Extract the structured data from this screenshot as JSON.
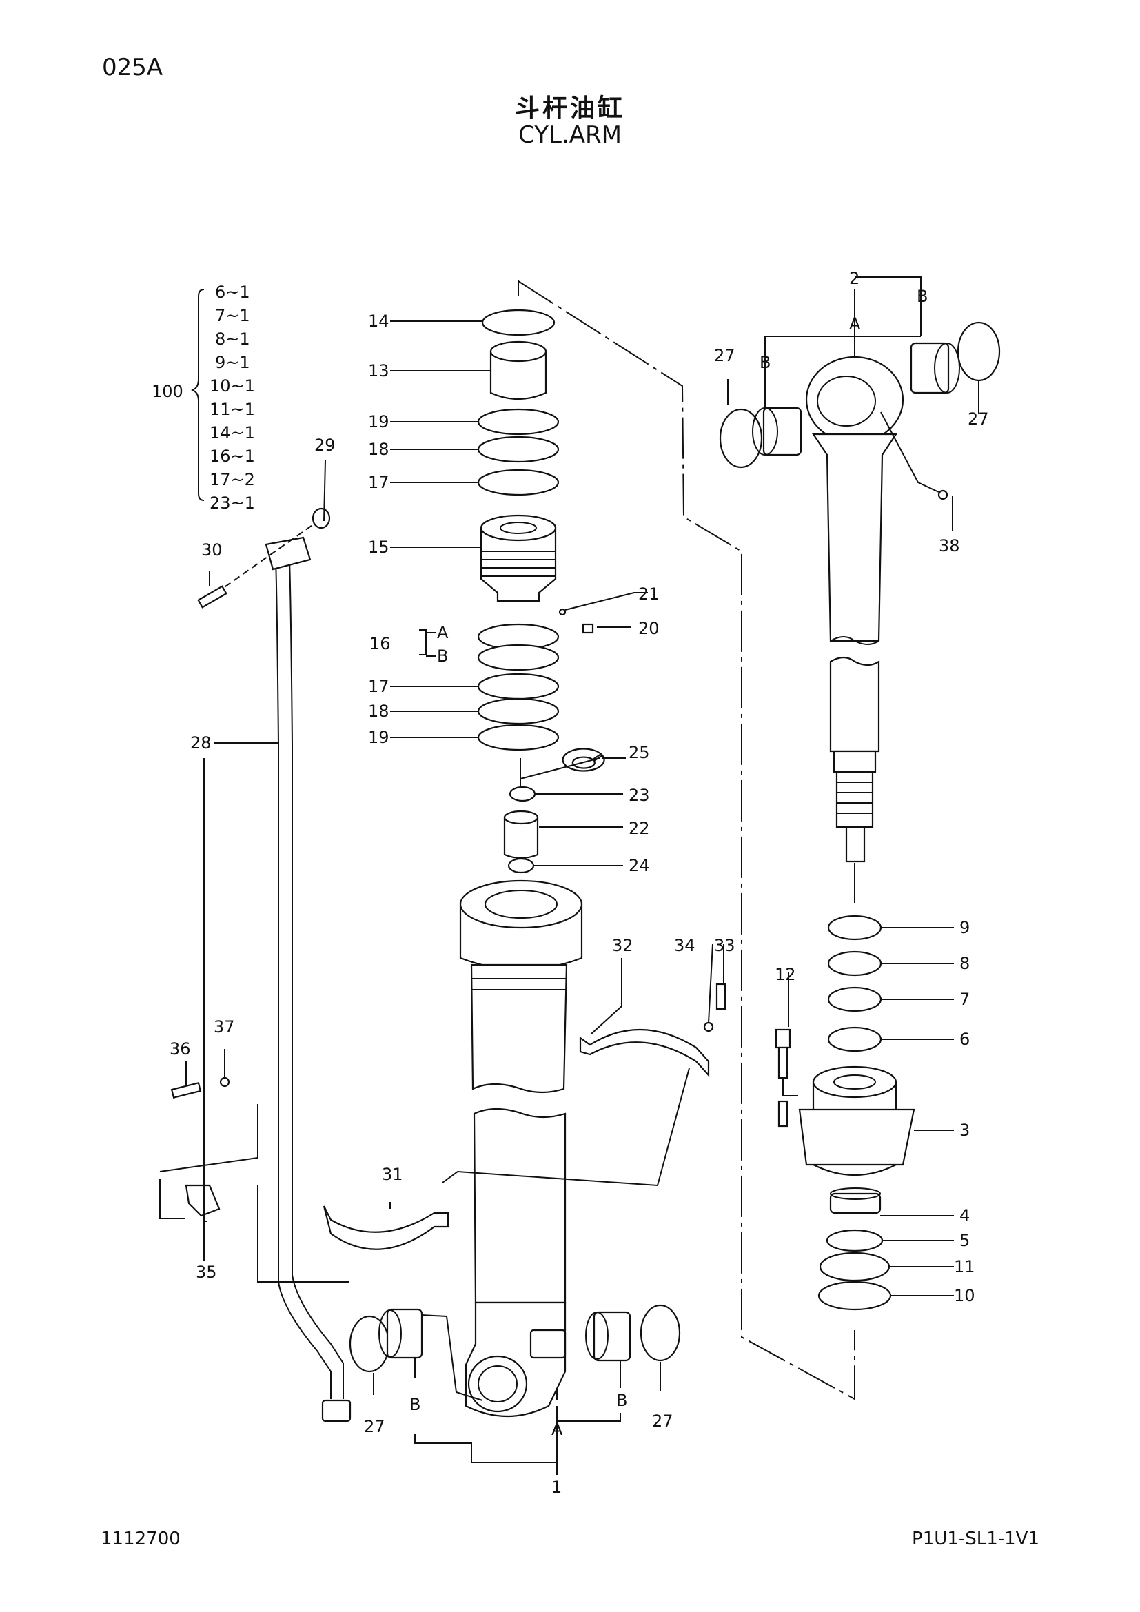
{
  "header": {
    "page_code": "025A",
    "title_cn": "斗杆油缸",
    "title_en": "CYL.ARM"
  },
  "footer": {
    "left_code": "1112700",
    "right_code": "P1U1-SL1-1V1"
  },
  "kit": {
    "number": "100",
    "items": [
      "6~1",
      "7~1",
      "8~1",
      "9~1",
      "10~1",
      "11~1",
      "14~1",
      "16~1",
      "17~2",
      "23~1"
    ]
  },
  "callouts": {
    "p1": "1",
    "p1_a": "A",
    "p1_b_left": "B",
    "p1_b_right": "B",
    "p2": "2",
    "p2_a": "A",
    "p2_b_left": "B",
    "p2_b_right": "B",
    "p3": "3",
    "p4": "4",
    "p5": "5",
    "p6": "6",
    "p7": "7",
    "p8": "8",
    "p9": "9",
    "p10": "10",
    "p11": "11",
    "p12": "12",
    "p13": "13",
    "p14": "14",
    "p15": "15",
    "p16": "16",
    "p16_a": "A",
    "p16_b": "B",
    "p17_top": "17",
    "p17_bot": "17",
    "p18_top": "18",
    "p18_bot": "18",
    "p19_top": "19",
    "p19_bot": "19",
    "p20": "20",
    "p21": "21",
    "p22": "22",
    "p23": "23",
    "p24": "24",
    "p25": "25",
    "p27_tl": "27",
    "p27_tr": "27",
    "p27_bl": "27",
    "p27_br": "27",
    "p28": "28",
    "p29": "29",
    "p30": "30",
    "p31": "31",
    "p32": "32",
    "p33": "33",
    "p34": "34",
    "p35": "35",
    "p36": "36",
    "p37": "37",
    "p38": "38"
  }
}
